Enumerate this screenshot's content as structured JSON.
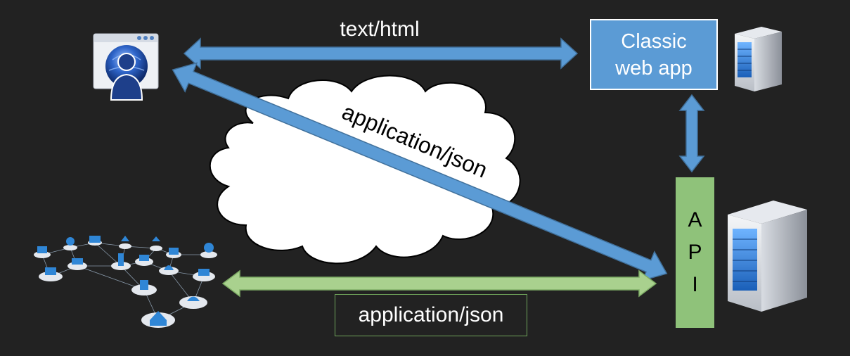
{
  "labels": {
    "top_arrow": "text/html",
    "diagonal_arrow": "application/json",
    "bottom_arrow": "application/json"
  },
  "classic_box": {
    "line1": "Classic",
    "line2": "web app"
  },
  "api_box": {
    "letters": [
      "A",
      "P",
      "I"
    ]
  },
  "icons": {
    "browser": "browser-user-icon",
    "server_top": "server-icon",
    "server_bottom": "server-icon",
    "iot": "iot-network-icon"
  },
  "colors": {
    "background": "#222222",
    "blue_arrow": "#5b9bd5",
    "green_arrow": "#a9d18e",
    "classic_box": "#5b9bd5",
    "api_box": "#8fc27a",
    "cloud": "#ffffff"
  }
}
